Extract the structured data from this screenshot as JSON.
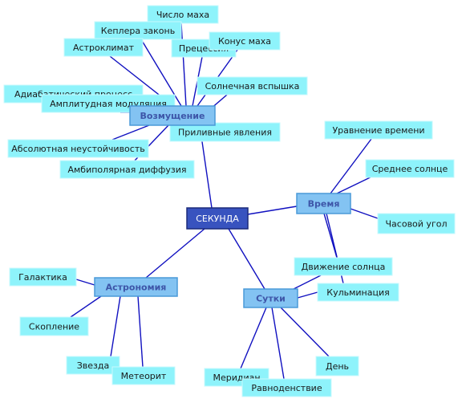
{
  "center": {
    "id": "center",
    "label": "СЕКУНДА"
  },
  "branches": [
    {
      "id": "b1",
      "label": "Возмущение"
    },
    {
      "id": "b2",
      "label": "Время"
    },
    {
      "id": "b3",
      "label": "Астрономия"
    },
    {
      "id": "b4",
      "label": "Сутки"
    }
  ],
  "leaves": [
    {
      "id": "l1",
      "label": "Число маха",
      "parent": "b1"
    },
    {
      "id": "l2",
      "label": "Кеплера законь",
      "parent": "b1"
    },
    {
      "id": "l3",
      "label": "Астроклимат",
      "parent": "b1"
    },
    {
      "id": "l4",
      "label": "Прецессия",
      "parent": "b1"
    },
    {
      "id": "l5",
      "label": "Конус маха",
      "parent": "b1"
    },
    {
      "id": "l6",
      "label": "Солнечная вспышка",
      "parent": "b1"
    },
    {
      "id": "l7",
      "label": "Адиабатический процесс",
      "parent": "b1"
    },
    {
      "id": "l8",
      "label": "Амплитудная модуляция",
      "parent": "b1"
    },
    {
      "id": "l9",
      "label": "Приливные явления",
      "parent": "b1"
    },
    {
      "id": "l10",
      "label": "Абсолютная неустойчивость",
      "parent": "b1"
    },
    {
      "id": "l11",
      "label": "Амбиполярная диффузия",
      "parent": "b1"
    },
    {
      "id": "l12",
      "label": "Уравнение времени",
      "parent": "b2"
    },
    {
      "id": "l13",
      "label": "Среднее солнце",
      "parent": "b2"
    },
    {
      "id": "l14",
      "label": "Часовой угол",
      "parent": "b2"
    },
    {
      "id": "l15",
      "label": "Движение солнца",
      "parent": "b2"
    },
    {
      "id": "l16",
      "label": "Кульминация",
      "parent": "b2"
    },
    {
      "id": "l17",
      "label": "Галактика",
      "parent": "b3"
    },
    {
      "id": "l18",
      "label": "Скопление",
      "parent": "b3"
    },
    {
      "id": "l19",
      "label": "Звезда",
      "parent": "b3"
    },
    {
      "id": "l20",
      "label": "Метеорит",
      "parent": "b3"
    },
    {
      "id": "l21",
      "label": "Движение солнца",
      "parent": "b4"
    },
    {
      "id": "l22",
      "label": "Кульминация",
      "parent": "b4"
    },
    {
      "id": "l23",
      "label": "День",
      "parent": "b4"
    },
    {
      "id": "l24",
      "label": "Меридиан",
      "parent": "b4"
    },
    {
      "id": "l25",
      "label": "Равноденствие",
      "parent": "b4"
    }
  ],
  "colors": {
    "leaf": "#8ef3fb",
    "branch": "#83c3f2",
    "center": "#3853bf",
    "link": "#1010c0"
  }
}
